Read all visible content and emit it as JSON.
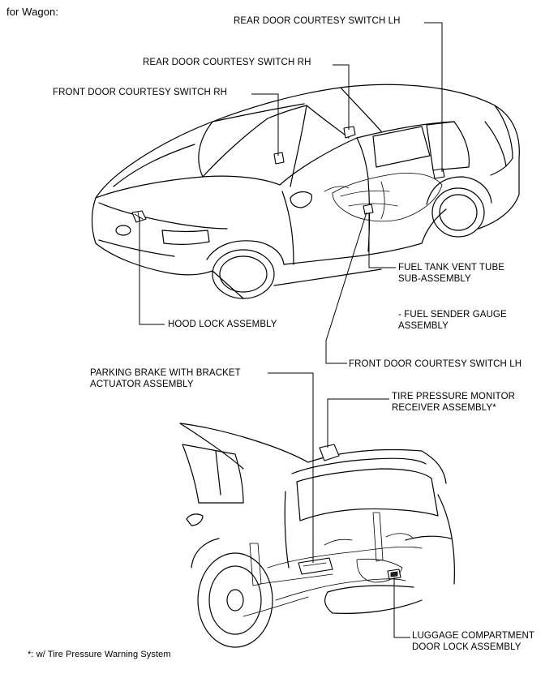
{
  "header": {
    "title": "for Wagon:"
  },
  "labels": {
    "rear_door_courtesy_switch_lh": "REAR DOOR COURTESY SWITCH LH",
    "rear_door_courtesy_switch_rh": "REAR DOOR COURTESY SWITCH RH",
    "front_door_courtesy_switch_rh": "FRONT DOOR COURTESY SWITCH RH",
    "fuel_tank_vent_tube_line1": "FUEL TANK VENT TUBE",
    "fuel_tank_vent_tube_line2": "SUB-ASSEMBLY",
    "fuel_sender_gauge_line1": "- FUEL SENDER GAUGE",
    "fuel_sender_gauge_line2": "ASSEMBLY",
    "hood_lock_assembly": "HOOD LOCK ASSEMBLY",
    "front_door_courtesy_switch_lh": "FRONT DOOR COURTESY SWITCH LH",
    "parking_brake_line1": "PARKING BRAKE WITH BRACKET",
    "parking_brake_line2": "ACTUATOR ASSEMBLY",
    "tire_pressure_monitor_line1": "TIRE PRESSURE MONITOR",
    "tire_pressure_monitor_line2": "RECEIVER ASSEMBLY*",
    "luggage_door_lock_line1": "LUGGAGE COMPARTMENT",
    "luggage_door_lock_line2": "DOOR LOCK ASSEMBLY"
  },
  "footnote": "*: w/ Tire Pressure Warning System"
}
